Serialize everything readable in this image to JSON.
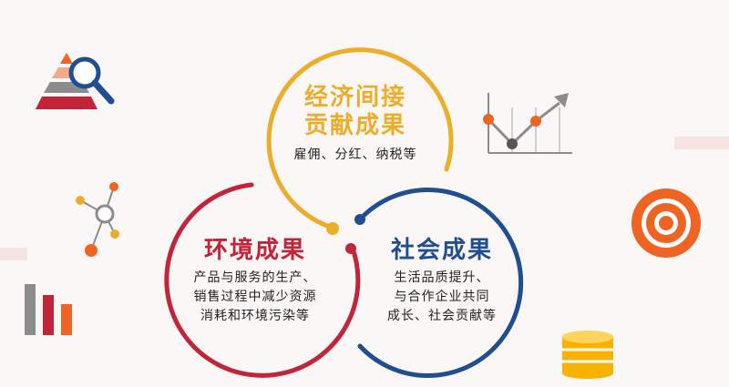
{
  "colors": {
    "gold": "#ecae2a",
    "red": "#c2243a",
    "blue": "#1f4e93",
    "orange": "#f06423",
    "grey": "#8c8c8c"
  },
  "circles": {
    "economic": {
      "title_line1": "经济间接",
      "title_line2": "贡献成果",
      "body_line1": "雇佣、分红、纳税等"
    },
    "environment": {
      "title_line1": "环境成果",
      "body_line1": "产品与服务的生产、",
      "body_line2": "销售过程中减少资源",
      "body_line3": "消耗和环境污染等"
    },
    "social": {
      "title_line1": "社会成果",
      "body_line1": "生活品质提升、",
      "body_line2": "与合作企业共同",
      "body_line3": "成长、社会贡献等"
    }
  },
  "icons": [
    "pyramid-search-icon",
    "line-chart-icon",
    "network-nodes-icon",
    "target-icon",
    "bar-chart-icon",
    "database-icon"
  ]
}
